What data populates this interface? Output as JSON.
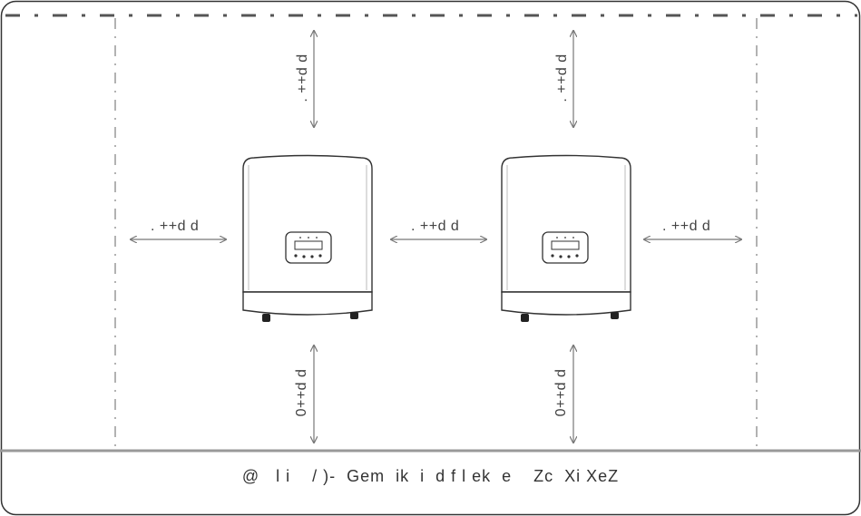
{
  "diagram": {
    "clearance_labels": {
      "top_left": ". ++d d",
      "top_right": ". ++d d",
      "left": ". ++d d",
      "middle": ". ++d d",
      "right": ". ++d d",
      "bottom_left": "0++d d",
      "bottom_right": "0++d d"
    },
    "caption": "@   l i    / )-  Gem  ik  i  d f l ek  e    Zc  Xi XeZ"
  },
  "colors": {
    "line": "#555555",
    "arrow": "#777777",
    "ground": "#999999"
  }
}
